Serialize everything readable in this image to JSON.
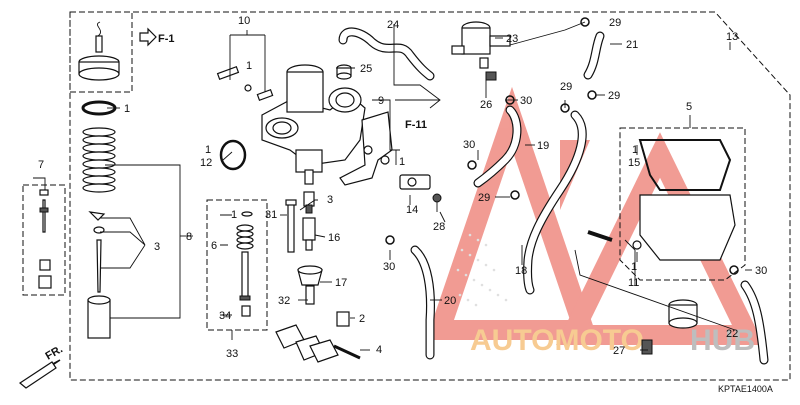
{
  "diagram": {
    "code": "KPTAE1400A",
    "refs": {
      "f1": "F-1",
      "f11": "F-11",
      "fr": "FR."
    },
    "watermark": {
      "brand_a": "AUTOMOTO",
      "brand_b": "HUB"
    },
    "callouts": {
      "c1a": "1",
      "c1b": "1",
      "c1c": "1",
      "c1d": "1",
      "c1e": "1",
      "c1f": "1",
      "c1g": "1",
      "c2": "2",
      "c3a": "3",
      "c3b": "3",
      "c4": "4",
      "c5": "5",
      "c6": "6",
      "c7": "7",
      "c8": "8",
      "c9": "9",
      "c10": "10",
      "c11": "11",
      "c12": "12",
      "c13": "13",
      "c14": "14",
      "c15": "15",
      "c16": "16",
      "c17": "17",
      "c18": "18",
      "c19": "19",
      "c20": "20",
      "c21": "21",
      "c22": "22",
      "c23": "23",
      "c24": "24",
      "c25": "25",
      "c26": "26",
      "c27": "27",
      "c28": "28",
      "c29a": "29",
      "c29b": "29",
      "c29c": "29",
      "c29d": "29",
      "c30a": "30",
      "c30b": "30",
      "c30c": "30",
      "c30d": "30",
      "c31": "31",
      "c32": "32",
      "c33": "33",
      "c34": "34"
    }
  }
}
